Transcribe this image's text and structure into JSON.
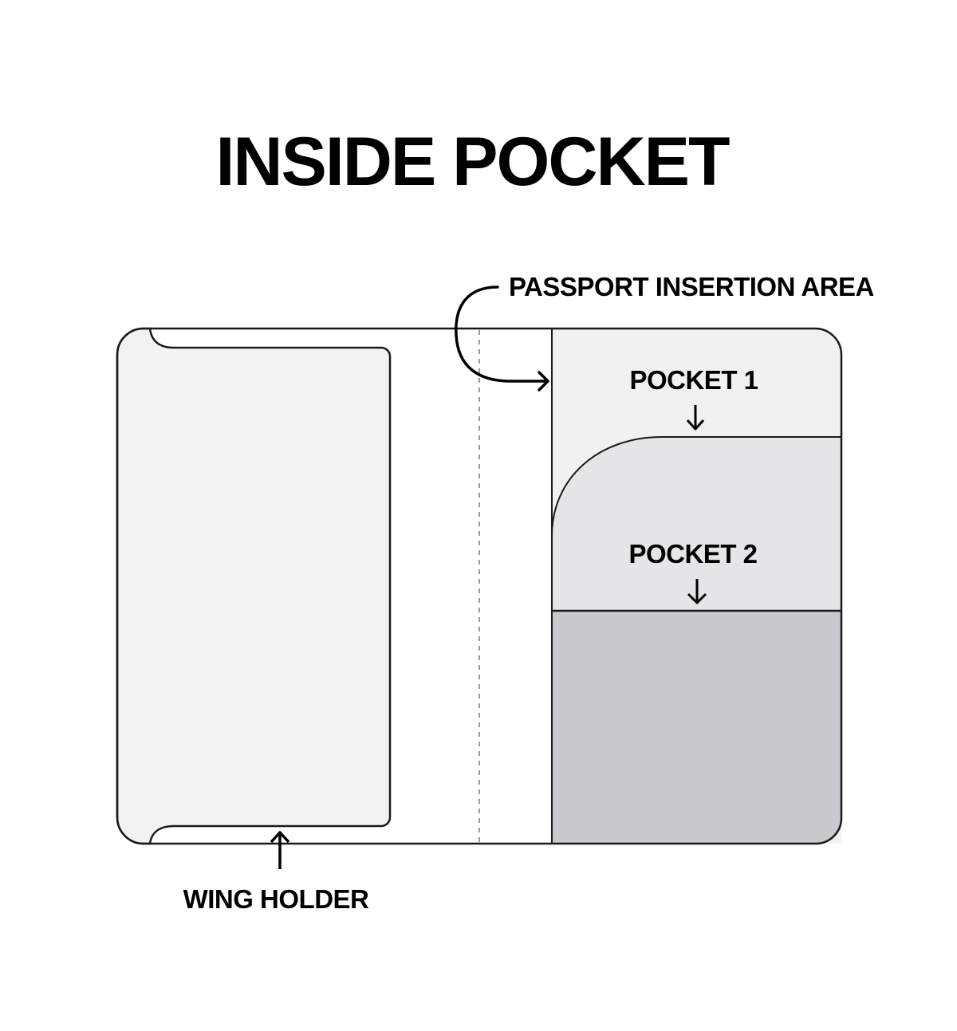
{
  "title": "INSIDE POCKET",
  "labels": {
    "passport_insertion_area": "PASSPORT INSERTION AREA",
    "pocket_1": "POCKET 1",
    "pocket_2": "POCKET 2",
    "wing_holder": "WING HOLDER"
  },
  "colors": {
    "outline": "#1a1a1a",
    "wing_panel": "#f2f2f2",
    "pocket_1": "#f1f1f1",
    "pocket_2": "#e5e5e7",
    "bottom_pocket": "#c8c9cc",
    "fold_line": "#9a9a9a"
  }
}
